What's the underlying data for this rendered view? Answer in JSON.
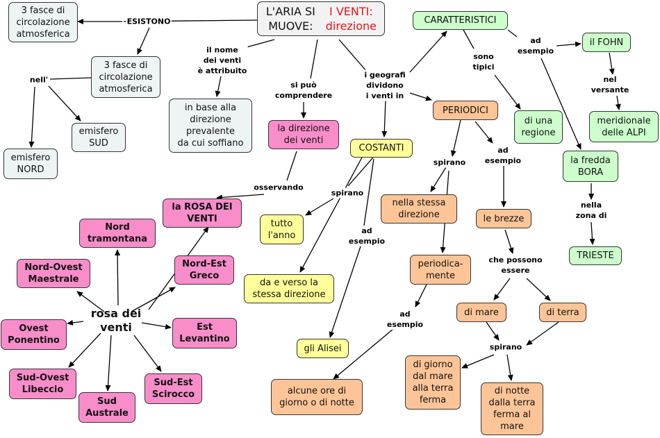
{
  "colors": {
    "gray": "#eef3f4",
    "pink": "#f88dc9",
    "green": "#ccffcc",
    "yellow": "#ffff99",
    "orange": "#fdc597",
    "title_red": "#e5141b"
  },
  "title": {
    "line1": "L'ARIA SI MUOVE:",
    "line2": "I VENTI: direzione"
  },
  "nodes": {
    "fasce1": "3 fasce di\ncircolazione\natmosferica",
    "fasce2": "3 fasce di\ncircolazione\natmosferica",
    "emisfero_sud": "emisfero\nSUD",
    "emisfero_nord": "emisfero\nNORD",
    "direzione_prevalente": "in base alla\ndirezione\nprevalente\nda cui soffiano",
    "direzione_venti": "la direzione\ndei venti",
    "rosa_venti": "la ROSA DEI\nVENTI",
    "rosa_center": "rosa dei\nventi",
    "nord": "Nord\ntramontana",
    "nord_ovest": "Nord-Ovest\nMaestrale",
    "nord_est": "Nord-Est\nGreco",
    "ovest": "Ovest\nPonentino",
    "est": "Est\nLevantino",
    "sud_ovest": "Sud-Ovest\nLibeccio",
    "sud": "Sud\nAustrale",
    "sud_est": "Sud-Est\nScirocco",
    "caratteristici": "CARATTERISTICI",
    "di_una_regione": "di una\nregione",
    "fohn": "il FOHN",
    "meridionale_alpi": "meridionale\ndelle ALPI",
    "bora": "la fredda\nBORA",
    "trieste": "TRIESTE",
    "costanti": "COSTANTI",
    "tutto_anno": "tutto\nl'anno",
    "da_e_verso": "da e verso la\nstessa direzione",
    "alisei": "gli Alisei",
    "periodici": "PERIODICI",
    "stessa_direzione": "nella stessa\ndirezione",
    "periodicamente": "periodica-\nmente",
    "alcune_ore": "alcune ore di\ngiorno o di notte",
    "brezze": "le brezze",
    "di_mare": "di mare",
    "di_terra": "di terra",
    "giorno_mare": "di giorno\ndal mare\nalla terra\nferma",
    "notte_terra": "di notte\ndalla terra\nferma al\nmare"
  },
  "labels": {
    "esistono": "ESISTONO",
    "nell": "nell'",
    "nome_attribuito": "il nome\ndei venti\nè attribuito",
    "si_puo_comprendere": "si può\ncomprendere",
    "geografi_dividono": "i geografi\ndividono\ni venti in",
    "sono_tipici": "sono\ntipici",
    "ad_esempio_fohn": "ad\nesempio",
    "nel_versante": "nel\nversante",
    "nella_zona_di": "nella\nzona di",
    "osservando": "osservando",
    "spirano_costanti": "spirano",
    "ad_esempio_costanti": "ad\nesempio",
    "spirano_periodici": "spirano",
    "ad_esempio_periodici": "ad\nesempio",
    "ad_esempio_ore": "ad\nesempio",
    "che_possono_essere": "che possono\nessere",
    "spirano_brezze": "spirano"
  }
}
